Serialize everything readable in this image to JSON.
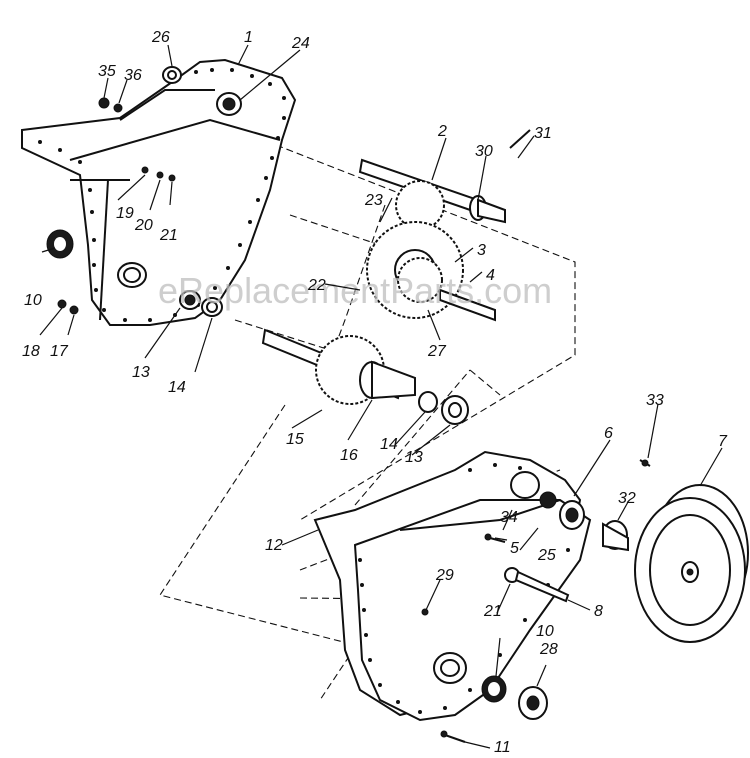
{
  "watermark": "eReplacementParts.com",
  "callouts": [
    "1",
    "2",
    "3",
    "4",
    "5",
    "6",
    "7",
    "8",
    "10",
    "10",
    "11",
    "12",
    "13",
    "13",
    "14",
    "14",
    "15",
    "16",
    "17",
    "18",
    "19",
    "20",
    "21",
    "21",
    "22",
    "23",
    "24",
    "25",
    "26",
    "27",
    "28",
    "29",
    "30",
    "31",
    "32",
    "33",
    "34",
    "35",
    "36"
  ]
}
